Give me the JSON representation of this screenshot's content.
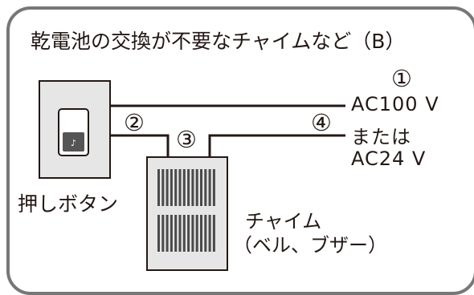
{
  "title": "乾電池の交換が不要なチャイムなど（B）",
  "push_button": {
    "label": "押しボタン",
    "icon": "music-note-icon",
    "glyph": "♪"
  },
  "chime": {
    "name": "チャイム",
    "types": "（ベル、ブザー）"
  },
  "power_supply": {
    "line1": "AC100 V",
    "line2": "または",
    "line3": "AC24 V"
  },
  "markers": {
    "m1": "①",
    "m2": "②",
    "m3": "③",
    "m4": "④"
  },
  "colors": {
    "frame": "#777777",
    "device_fill": "#e6e6e6",
    "text": "#231815",
    "button_face": "#555555",
    "grille": "#4a4a4a"
  }
}
